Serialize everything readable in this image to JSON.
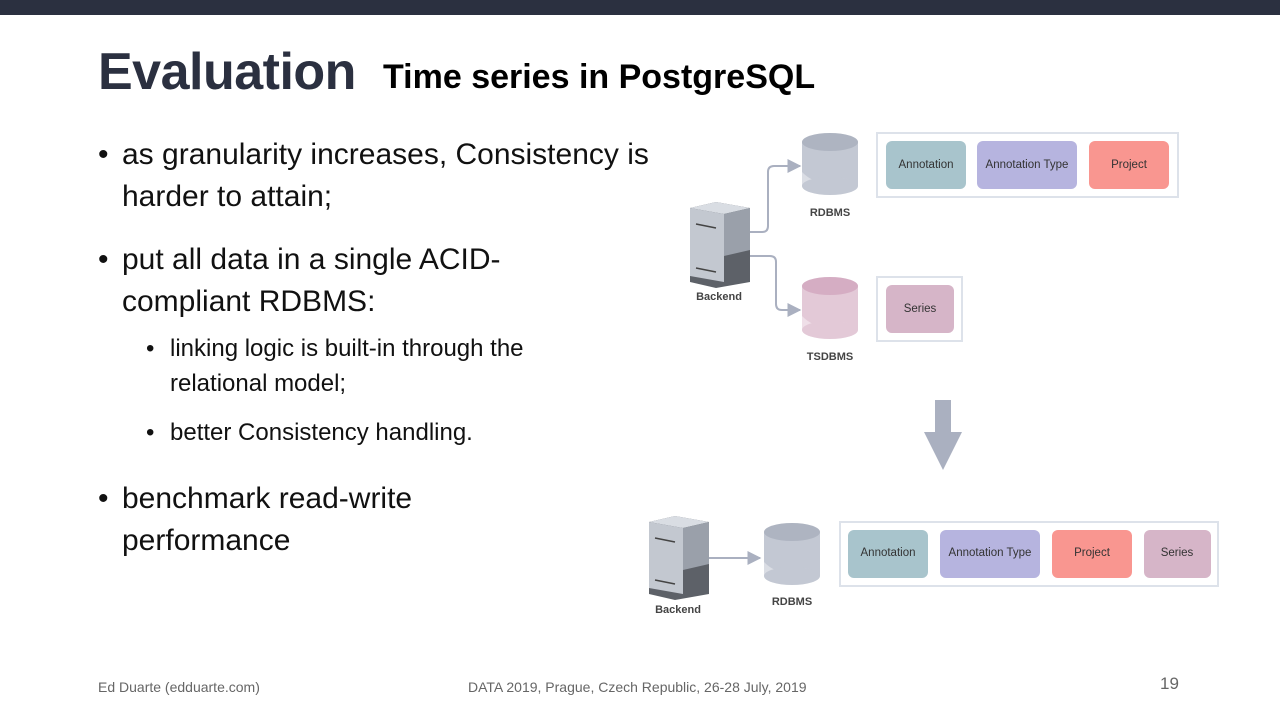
{
  "slide": {
    "title": "Evaluation",
    "subtitle": "Time series in PostgreSQL",
    "bullets": {
      "b1": "as granularity increases, Consistency is harder to attain;",
      "b2": "put all data in a single ACID-compliant RDBMS:",
      "b2_sub1": "linking logic is built-in through the relational model;",
      "b2_sub2": "better Consistency handling.",
      "b3": "benchmark read-write performance"
    }
  },
  "diagram": {
    "before": {
      "backend_label": "Backend",
      "rdbms_label": "RDBMS",
      "tsdbms_label": "TSDBMS",
      "rdbms_tables": [
        "Annotation",
        "Annotation Type",
        "Project"
      ],
      "tsdbms_tables": [
        "Series"
      ]
    },
    "after": {
      "backend_label": "Backend",
      "rdbms_label": "RDBMS",
      "rdbms_tables": [
        "Annotation",
        "Annotation Type",
        "Project",
        "Series"
      ]
    },
    "colors": {
      "annotation": "#a8c4cc",
      "annotation_type": "#b6b4df",
      "project": "#f99690",
      "series": "#d6b5c8"
    }
  },
  "footer": {
    "author": "Ed Duarte (edduarte.com)",
    "event": "DATA 2019, Prague, Czech Republic, 26-28 July, 2019",
    "page_number": "19"
  }
}
